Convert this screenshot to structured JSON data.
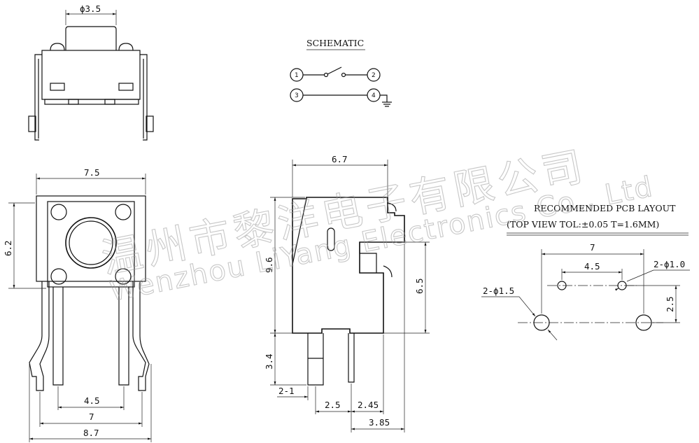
{
  "schematic": {
    "title": "SCHEMATIC",
    "pins": [
      "1",
      "2",
      "3",
      "4"
    ]
  },
  "top_view": {
    "dims": {
      "button_dia": "ϕ3.5"
    }
  },
  "front_view": {
    "dims": {
      "width": "7.5",
      "height": "6.2",
      "pin_pitch": "4.5",
      "pin_span": "7",
      "overall": "8.7"
    }
  },
  "side_view": {
    "dims": {
      "depth": "6.7",
      "height": "9.6",
      "mount_height": "6.5",
      "lead_length": "3.4",
      "lead_width": "2-1",
      "lead_pitch": "2.5",
      "lead_offset": "2.45",
      "lead_reach": "3.85"
    }
  },
  "pcb_layout": {
    "title": "RECOMMENDED PCB LAYOUT",
    "subtitle": "(TOP VIEW TOL:±0.05 T=1.6MM)",
    "dims": {
      "hole_span": "7",
      "hole_pitch": "4.5",
      "small_holes": "2-ϕ1.0",
      "large_holes": "2-ϕ1.5",
      "row_gap": "2.5"
    }
  },
  "watermark": {
    "chinese": "温州市黎洋电子有限公司",
    "english": "Wenzhou LiYang Electronics Co., Ltd"
  }
}
